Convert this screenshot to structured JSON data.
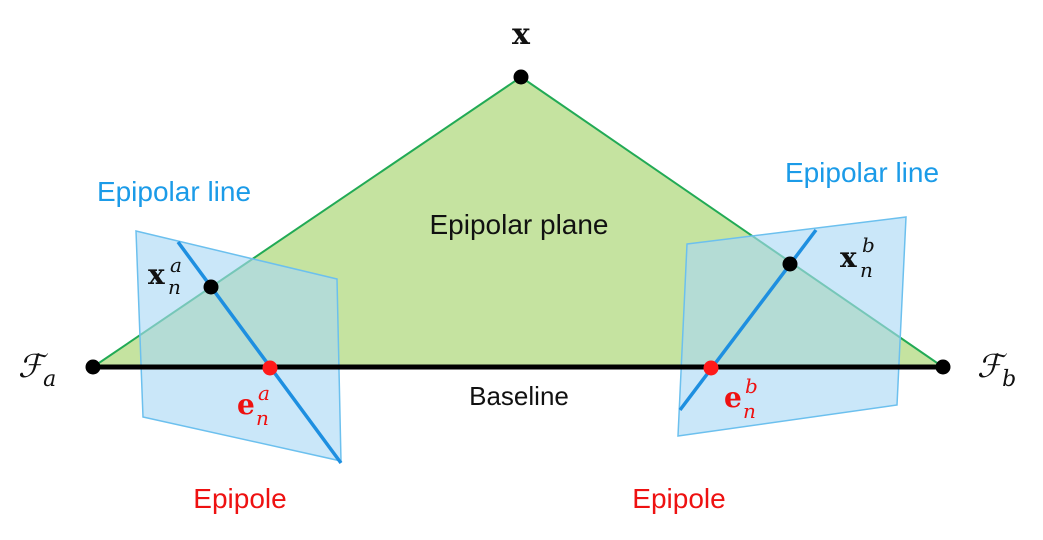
{
  "colors": {
    "plane_fill": "#c5e3a0",
    "plane_stroke": "#22aa55",
    "image_plane_fill": "#a9d8f5",
    "image_plane_stroke": "#6cc0ee",
    "epipolar_line": "#1e8fe0",
    "label_blue": "#1b9be8",
    "label_red": "#ee1111",
    "point": "#000000",
    "epipole": "#ff1a1a",
    "baseline": "#000000",
    "text": "#111111"
  },
  "labels": {
    "point_x": "x",
    "camera_a": {
      "base": "ℱ",
      "sub": "a"
    },
    "camera_b": {
      "base": "ℱ",
      "sub": "b"
    },
    "epipolar_plane": "Epipolar plane",
    "baseline": "Baseline",
    "epipolar_line_left": "Epipolar line",
    "epipolar_line_right": "Epipolar line",
    "epipole_left": "Epipole",
    "epipole_right": "Epipole",
    "x_n_a": {
      "base": "x",
      "sub": "n",
      "sup": "a"
    },
    "x_n_b": {
      "base": "x",
      "sub": "n",
      "sup": "b"
    },
    "e_n_a": {
      "base": "e",
      "sub": "n",
      "sup": "a"
    },
    "e_n_b": {
      "base": "e",
      "sub": "n",
      "sup": "b"
    }
  }
}
